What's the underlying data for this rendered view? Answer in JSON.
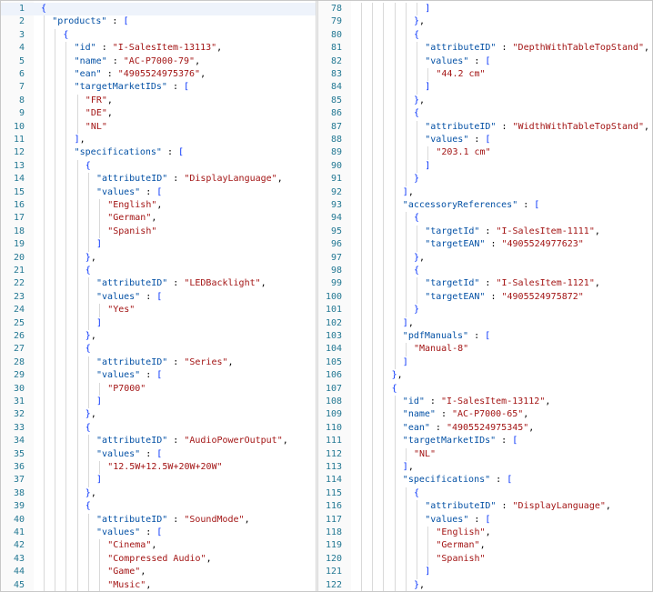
{
  "colors": {
    "key": "#0451a5",
    "string": "#a31515",
    "punctuation": "#000000",
    "bracket": "#0431fa",
    "line_number": "#237893"
  },
  "left_pane": {
    "lines": [
      {
        "n": "1",
        "d": 0,
        "t": [
          [
            "{",
            "brk"
          ]
        ]
      },
      {
        "n": "2",
        "d": 1,
        "t": [
          [
            "\"products\"",
            "key"
          ],
          [
            " : ",
            "punc"
          ],
          [
            "[",
            "brk"
          ]
        ]
      },
      {
        "n": "3",
        "d": 2,
        "t": [
          [
            "{",
            "brk"
          ]
        ]
      },
      {
        "n": "4",
        "d": 3,
        "t": [
          [
            "\"id\"",
            "key"
          ],
          [
            " : ",
            "punc"
          ],
          [
            "\"I-SalesItem-13113\"",
            "str"
          ],
          [
            ",",
            "punc"
          ]
        ]
      },
      {
        "n": "5",
        "d": 3,
        "t": [
          [
            "\"name\"",
            "key"
          ],
          [
            " : ",
            "punc"
          ],
          [
            "\"AC-P7000-79\"",
            "str"
          ],
          [
            ",",
            "punc"
          ]
        ]
      },
      {
        "n": "6",
        "d": 3,
        "t": [
          [
            "\"ean\"",
            "key"
          ],
          [
            " : ",
            "punc"
          ],
          [
            "\"4905524975376\"",
            "str"
          ],
          [
            ",",
            "punc"
          ]
        ]
      },
      {
        "n": "7",
        "d": 3,
        "t": [
          [
            "\"targetMarketIDs\"",
            "key"
          ],
          [
            " : ",
            "punc"
          ],
          [
            "[",
            "brk"
          ]
        ]
      },
      {
        "n": "8",
        "d": 4,
        "t": [
          [
            "\"FR\"",
            "str"
          ],
          [
            ",",
            "punc"
          ]
        ]
      },
      {
        "n": "9",
        "d": 4,
        "t": [
          [
            "\"DE\"",
            "str"
          ],
          [
            ",",
            "punc"
          ]
        ]
      },
      {
        "n": "10",
        "d": 4,
        "t": [
          [
            "\"NL\"",
            "str"
          ]
        ]
      },
      {
        "n": "11",
        "d": 3,
        "t": [
          [
            "]",
            "brk"
          ],
          [
            ",",
            "punc"
          ]
        ]
      },
      {
        "n": "12",
        "d": 3,
        "t": [
          [
            "\"specifications\"",
            "key"
          ],
          [
            " : ",
            "punc"
          ],
          [
            "[",
            "brk"
          ]
        ]
      },
      {
        "n": "13",
        "d": 4,
        "t": [
          [
            "{",
            "brk"
          ]
        ]
      },
      {
        "n": "14",
        "d": 5,
        "t": [
          [
            "\"attributeID\"",
            "key"
          ],
          [
            " : ",
            "punc"
          ],
          [
            "\"DisplayLanguage\"",
            "str"
          ],
          [
            ",",
            "punc"
          ]
        ]
      },
      {
        "n": "15",
        "d": 5,
        "t": [
          [
            "\"values\"",
            "key"
          ],
          [
            " : ",
            "punc"
          ],
          [
            "[",
            "brk"
          ]
        ]
      },
      {
        "n": "16",
        "d": 6,
        "t": [
          [
            "\"English\"",
            "str"
          ],
          [
            ",",
            "punc"
          ]
        ]
      },
      {
        "n": "17",
        "d": 6,
        "t": [
          [
            "\"German\"",
            "str"
          ],
          [
            ",",
            "punc"
          ]
        ]
      },
      {
        "n": "18",
        "d": 6,
        "t": [
          [
            "\"Spanish\"",
            "str"
          ]
        ]
      },
      {
        "n": "19",
        "d": 5,
        "t": [
          [
            "]",
            "brk"
          ]
        ]
      },
      {
        "n": "20",
        "d": 4,
        "t": [
          [
            "}",
            "brk"
          ],
          [
            ",",
            "punc"
          ]
        ]
      },
      {
        "n": "21",
        "d": 4,
        "t": [
          [
            "{",
            "brk"
          ]
        ]
      },
      {
        "n": "22",
        "d": 5,
        "t": [
          [
            "\"attributeID\"",
            "key"
          ],
          [
            " : ",
            "punc"
          ],
          [
            "\"LEDBacklight\"",
            "str"
          ],
          [
            ",",
            "punc"
          ]
        ]
      },
      {
        "n": "23",
        "d": 5,
        "t": [
          [
            "\"values\"",
            "key"
          ],
          [
            " : ",
            "punc"
          ],
          [
            "[",
            "brk"
          ]
        ]
      },
      {
        "n": "24",
        "d": 6,
        "t": [
          [
            "\"Yes\"",
            "str"
          ]
        ]
      },
      {
        "n": "25",
        "d": 5,
        "t": [
          [
            "]",
            "brk"
          ]
        ]
      },
      {
        "n": "26",
        "d": 4,
        "t": [
          [
            "}",
            "brk"
          ],
          [
            ",",
            "punc"
          ]
        ]
      },
      {
        "n": "27",
        "d": 4,
        "t": [
          [
            "{",
            "brk"
          ]
        ]
      },
      {
        "n": "28",
        "d": 5,
        "t": [
          [
            "\"attributeID\"",
            "key"
          ],
          [
            " : ",
            "punc"
          ],
          [
            "\"Series\"",
            "str"
          ],
          [
            ",",
            "punc"
          ]
        ]
      },
      {
        "n": "29",
        "d": 5,
        "t": [
          [
            "\"values\"",
            "key"
          ],
          [
            " : ",
            "punc"
          ],
          [
            "[",
            "brk"
          ]
        ]
      },
      {
        "n": "30",
        "d": 6,
        "t": [
          [
            "\"P7000\"",
            "str"
          ]
        ]
      },
      {
        "n": "31",
        "d": 5,
        "t": [
          [
            "]",
            "brk"
          ]
        ]
      },
      {
        "n": "32",
        "d": 4,
        "t": [
          [
            "}",
            "brk"
          ],
          [
            ",",
            "punc"
          ]
        ]
      },
      {
        "n": "33",
        "d": 4,
        "t": [
          [
            "{",
            "brk"
          ]
        ]
      },
      {
        "n": "34",
        "d": 5,
        "t": [
          [
            "\"attributeID\"",
            "key"
          ],
          [
            " : ",
            "punc"
          ],
          [
            "\"AudioPowerOutput\"",
            "str"
          ],
          [
            ",",
            "punc"
          ]
        ]
      },
      {
        "n": "35",
        "d": 5,
        "t": [
          [
            "\"values\"",
            "key"
          ],
          [
            " : ",
            "punc"
          ],
          [
            "[",
            "brk"
          ]
        ]
      },
      {
        "n": "36",
        "d": 6,
        "t": [
          [
            "\"12.5W+12.5W+20W+20W\"",
            "str"
          ]
        ]
      },
      {
        "n": "37",
        "d": 5,
        "t": [
          [
            "]",
            "brk"
          ]
        ]
      },
      {
        "n": "38",
        "d": 4,
        "t": [
          [
            "}",
            "brk"
          ],
          [
            ",",
            "punc"
          ]
        ]
      },
      {
        "n": "39",
        "d": 4,
        "t": [
          [
            "{",
            "brk"
          ]
        ]
      },
      {
        "n": "40",
        "d": 5,
        "t": [
          [
            "\"attributeID\"",
            "key"
          ],
          [
            " : ",
            "punc"
          ],
          [
            "\"SoundMode\"",
            "str"
          ],
          [
            ",",
            "punc"
          ]
        ]
      },
      {
        "n": "41",
        "d": 5,
        "t": [
          [
            "\"values\"",
            "key"
          ],
          [
            " : ",
            "punc"
          ],
          [
            "[",
            "brk"
          ]
        ]
      },
      {
        "n": "42",
        "d": 6,
        "t": [
          [
            "\"Cinema\"",
            "str"
          ],
          [
            ",",
            "punc"
          ]
        ]
      },
      {
        "n": "43",
        "d": 6,
        "t": [
          [
            "\"Compressed Audio\"",
            "str"
          ],
          [
            ",",
            "punc"
          ]
        ]
      },
      {
        "n": "44",
        "d": 6,
        "t": [
          [
            "\"Game\"",
            "str"
          ],
          [
            ",",
            "punc"
          ]
        ]
      },
      {
        "n": "45",
        "d": 6,
        "t": [
          [
            "\"Music\"",
            "str"
          ],
          [
            ",",
            "punc"
          ]
        ]
      }
    ]
  },
  "right_pane": {
    "lines": [
      {
        "n": "78",
        "d": 6,
        "t": [
          [
            "]",
            "brk"
          ]
        ]
      },
      {
        "n": "79",
        "d": 5,
        "t": [
          [
            "}",
            "brk"
          ],
          [
            ",",
            "punc"
          ]
        ]
      },
      {
        "n": "80",
        "d": 5,
        "t": [
          [
            "{",
            "brk"
          ]
        ]
      },
      {
        "n": "81",
        "d": 6,
        "t": [
          [
            "\"attributeID\"",
            "key"
          ],
          [
            " : ",
            "punc"
          ],
          [
            "\"DepthWithTableTopStand\"",
            "str"
          ],
          [
            ",",
            "punc"
          ]
        ]
      },
      {
        "n": "82",
        "d": 6,
        "t": [
          [
            "\"values\"",
            "key"
          ],
          [
            " : ",
            "punc"
          ],
          [
            "[",
            "brk"
          ]
        ]
      },
      {
        "n": "83",
        "d": 7,
        "t": [
          [
            "\"44.2 cm\"",
            "str"
          ]
        ]
      },
      {
        "n": "84",
        "d": 6,
        "t": [
          [
            "]",
            "brk"
          ]
        ]
      },
      {
        "n": "85",
        "d": 5,
        "t": [
          [
            "}",
            "brk"
          ],
          [
            ",",
            "punc"
          ]
        ]
      },
      {
        "n": "86",
        "d": 5,
        "t": [
          [
            "{",
            "brk"
          ]
        ]
      },
      {
        "n": "87",
        "d": 6,
        "t": [
          [
            "\"attributeID\"",
            "key"
          ],
          [
            " : ",
            "punc"
          ],
          [
            "\"WidthWithTableTopStand\"",
            "str"
          ],
          [
            ",",
            "punc"
          ]
        ]
      },
      {
        "n": "88",
        "d": 6,
        "t": [
          [
            "\"values\"",
            "key"
          ],
          [
            " : ",
            "punc"
          ],
          [
            "[",
            "brk"
          ]
        ]
      },
      {
        "n": "89",
        "d": 7,
        "t": [
          [
            "\"203.1 cm\"",
            "str"
          ]
        ]
      },
      {
        "n": "90",
        "d": 6,
        "t": [
          [
            "]",
            "brk"
          ]
        ]
      },
      {
        "n": "91",
        "d": 5,
        "t": [
          [
            "}",
            "brk"
          ]
        ]
      },
      {
        "n": "92",
        "d": 4,
        "t": [
          [
            "]",
            "brk"
          ],
          [
            ",",
            "punc"
          ]
        ]
      },
      {
        "n": "93",
        "d": 4,
        "t": [
          [
            "\"accessoryReferences\"",
            "key"
          ],
          [
            " : ",
            "punc"
          ],
          [
            "[",
            "brk"
          ]
        ]
      },
      {
        "n": "94",
        "d": 5,
        "t": [
          [
            "{",
            "brk"
          ]
        ]
      },
      {
        "n": "95",
        "d": 6,
        "t": [
          [
            "\"targetId\"",
            "key"
          ],
          [
            " : ",
            "punc"
          ],
          [
            "\"I-SalesItem-1111\"",
            "str"
          ],
          [
            ",",
            "punc"
          ]
        ]
      },
      {
        "n": "96",
        "d": 6,
        "t": [
          [
            "\"targetEAN\"",
            "key"
          ],
          [
            " : ",
            "punc"
          ],
          [
            "\"4905524977623\"",
            "str"
          ]
        ]
      },
      {
        "n": "97",
        "d": 5,
        "t": [
          [
            "}",
            "brk"
          ],
          [
            ",",
            "punc"
          ]
        ]
      },
      {
        "n": "98",
        "d": 5,
        "t": [
          [
            "{",
            "brk"
          ]
        ]
      },
      {
        "n": "99",
        "d": 6,
        "t": [
          [
            "\"targetId\"",
            "key"
          ],
          [
            " : ",
            "punc"
          ],
          [
            "\"I-SalesItem-1121\"",
            "str"
          ],
          [
            ",",
            "punc"
          ]
        ]
      },
      {
        "n": "100",
        "d": 6,
        "t": [
          [
            "\"targetEAN\"",
            "key"
          ],
          [
            " : ",
            "punc"
          ],
          [
            "\"4905524975872\"",
            "str"
          ]
        ]
      },
      {
        "n": "101",
        "d": 5,
        "t": [
          [
            "}",
            "brk"
          ]
        ]
      },
      {
        "n": "102",
        "d": 4,
        "t": [
          [
            "]",
            "brk"
          ],
          [
            ",",
            "punc"
          ]
        ]
      },
      {
        "n": "103",
        "d": 4,
        "t": [
          [
            "\"pdfManuals\"",
            "key"
          ],
          [
            " : ",
            "punc"
          ],
          [
            "[",
            "brk"
          ]
        ]
      },
      {
        "n": "104",
        "d": 5,
        "t": [
          [
            "\"Manual-8\"",
            "str"
          ]
        ]
      },
      {
        "n": "105",
        "d": 4,
        "t": [
          [
            "]",
            "brk"
          ]
        ]
      },
      {
        "n": "106",
        "d": 3,
        "t": [
          [
            "}",
            "brk"
          ],
          [
            ",",
            "punc"
          ]
        ]
      },
      {
        "n": "107",
        "d": 3,
        "t": [
          [
            "{",
            "brk"
          ]
        ]
      },
      {
        "n": "108",
        "d": 4,
        "t": [
          [
            "\"id\"",
            "key"
          ],
          [
            " : ",
            "punc"
          ],
          [
            "\"I-SalesItem-13112\"",
            "str"
          ],
          [
            ",",
            "punc"
          ]
        ]
      },
      {
        "n": "109",
        "d": 4,
        "t": [
          [
            "\"name\"",
            "key"
          ],
          [
            " : ",
            "punc"
          ],
          [
            "\"AC-P7000-65\"",
            "str"
          ],
          [
            ",",
            "punc"
          ]
        ]
      },
      {
        "n": "110",
        "d": 4,
        "t": [
          [
            "\"ean\"",
            "key"
          ],
          [
            " : ",
            "punc"
          ],
          [
            "\"4905524975345\"",
            "str"
          ],
          [
            ",",
            "punc"
          ]
        ]
      },
      {
        "n": "111",
        "d": 4,
        "t": [
          [
            "\"targetMarketIDs\"",
            "key"
          ],
          [
            " : ",
            "punc"
          ],
          [
            "[",
            "brk"
          ]
        ]
      },
      {
        "n": "112",
        "d": 5,
        "t": [
          [
            "\"NL\"",
            "str"
          ]
        ]
      },
      {
        "n": "113",
        "d": 4,
        "t": [
          [
            "]",
            "brk"
          ],
          [
            ",",
            "punc"
          ]
        ]
      },
      {
        "n": "114",
        "d": 4,
        "t": [
          [
            "\"specifications\"",
            "key"
          ],
          [
            " : ",
            "punc"
          ],
          [
            "[",
            "brk"
          ]
        ]
      },
      {
        "n": "115",
        "d": 5,
        "t": [
          [
            "{",
            "brk"
          ]
        ]
      },
      {
        "n": "116",
        "d": 6,
        "t": [
          [
            "\"attributeID\"",
            "key"
          ],
          [
            " : ",
            "punc"
          ],
          [
            "\"DisplayLanguage\"",
            "str"
          ],
          [
            ",",
            "punc"
          ]
        ]
      },
      {
        "n": "117",
        "d": 6,
        "t": [
          [
            "\"values\"",
            "key"
          ],
          [
            " : ",
            "punc"
          ],
          [
            "[",
            "brk"
          ]
        ]
      },
      {
        "n": "118",
        "d": 7,
        "t": [
          [
            "\"English\"",
            "str"
          ],
          [
            ",",
            "punc"
          ]
        ]
      },
      {
        "n": "119",
        "d": 7,
        "t": [
          [
            "\"German\"",
            "str"
          ],
          [
            ",",
            "punc"
          ]
        ]
      },
      {
        "n": "120",
        "d": 7,
        "t": [
          [
            "\"Spanish\"",
            "str"
          ]
        ]
      },
      {
        "n": "121",
        "d": 6,
        "t": [
          [
            "]",
            "brk"
          ]
        ]
      },
      {
        "n": "122",
        "d": 5,
        "t": [
          [
            "}",
            "brk"
          ],
          [
            ",",
            "punc"
          ]
        ]
      }
    ]
  }
}
